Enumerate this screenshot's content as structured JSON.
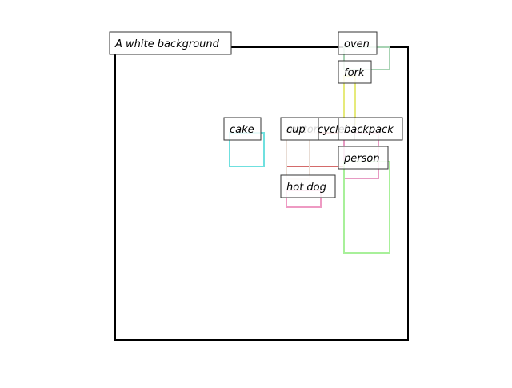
{
  "scene": {
    "caption": "A white background",
    "boxes": [
      {
        "id": "oven",
        "label": "oven",
        "color": "#a7d3b3"
      },
      {
        "id": "fork",
        "label": "fork",
        "color": "#e6ea7b"
      },
      {
        "id": "cake",
        "label": "cake",
        "color": "#6fe0df"
      },
      {
        "id": "motorcycle",
        "label": "motorcycle",
        "color": "#d46a6a"
      },
      {
        "id": "cup",
        "label": "cup",
        "color": "#e8dcd4"
      },
      {
        "id": "backpack",
        "label": "backpack",
        "color": "#e79ac3"
      },
      {
        "id": "person",
        "label": "person",
        "color": "#a8f09a"
      },
      {
        "id": "hotdog",
        "label": "hot dog",
        "color": "#ee9ac3"
      }
    ]
  },
  "colors": {
    "frame": "#000000",
    "label_border": "#333333",
    "label_bg": "#ffffff"
  }
}
